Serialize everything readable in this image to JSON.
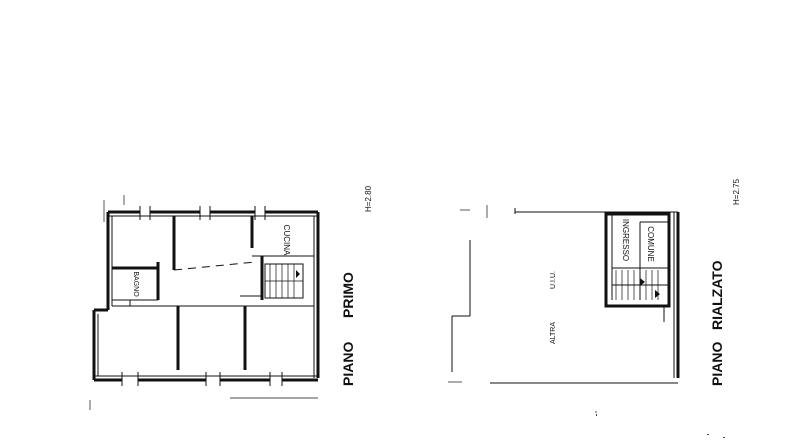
{
  "primo": {
    "title_word1": "PIANO",
    "title_word2": "PRIMO",
    "height": "H=2.80",
    "rooms": {
      "cucina": "CUCINA",
      "bagno": "BAGNO"
    }
  },
  "rialzato": {
    "title_word1": "PIANO",
    "title_word2": "RIALZATO",
    "height": "H=2.75",
    "rooms": {
      "ingresso": "INGRESSO",
      "comune": "COMUNE",
      "altra": "ALTRA",
      "uiu": "U.I.U."
    }
  },
  "colors": {
    "ink": "#111111",
    "paper": "#ffffff"
  }
}
